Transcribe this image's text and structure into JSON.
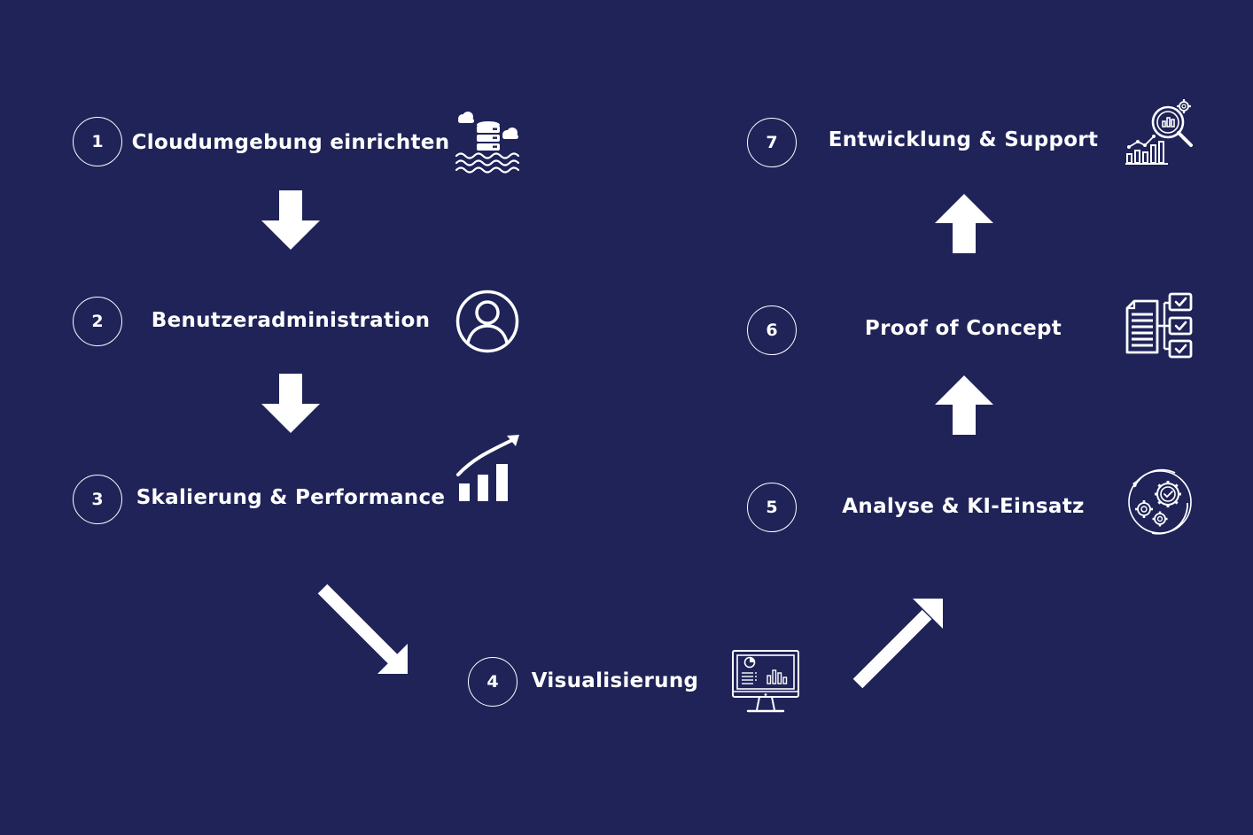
{
  "steps": [
    {
      "number": "1",
      "label": "Cloudumgebung einrichten",
      "icon": "cloud-database-icon"
    },
    {
      "number": "2",
      "label": "Benutzeradministration",
      "icon": "user-icon"
    },
    {
      "number": "3",
      "label": "Skalierung & Performance",
      "icon": "growth-chart-icon"
    },
    {
      "number": "4",
      "label": "Visualisierung",
      "icon": "dashboard-monitor-icon"
    },
    {
      "number": "5",
      "label": "Analyse & KI-Einsatz",
      "icon": "gears-check-icon"
    },
    {
      "number": "6",
      "label": "Proof of Concept",
      "icon": "checklist-icon"
    },
    {
      "number": "7",
      "label": "Entwicklung & Support",
      "icon": "analytics-search-icon"
    }
  ],
  "colors": {
    "background": "#1f2358",
    "foreground": "#ffffff"
  }
}
